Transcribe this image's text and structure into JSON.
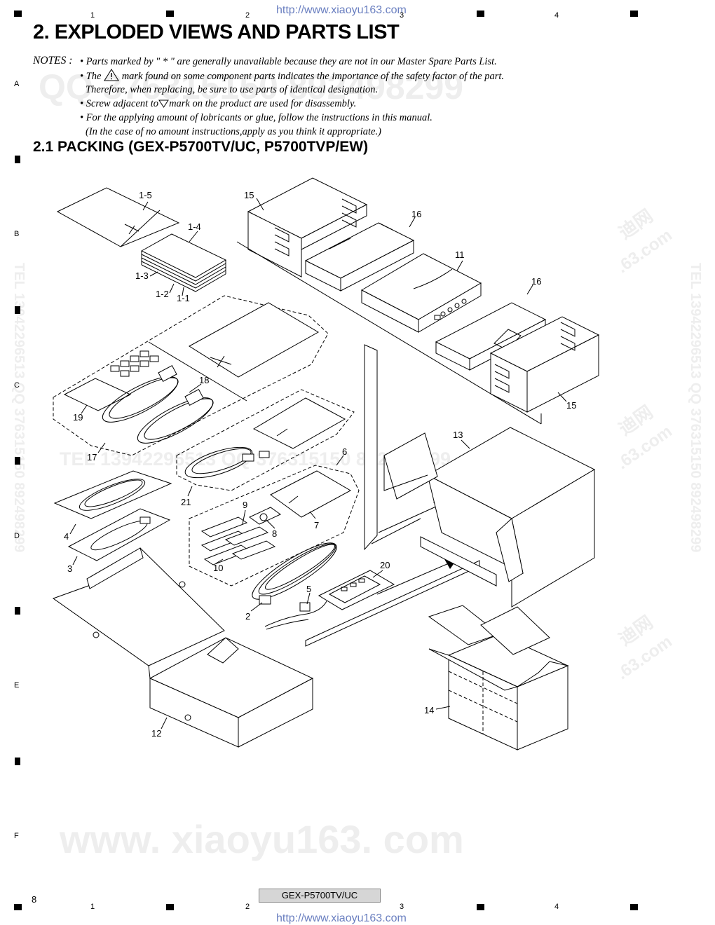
{
  "header": {
    "url_top": "http://www.xiaoyu163.com",
    "url_bottom": "http://www.xiaoyu163.com",
    "grid_columns": [
      "1",
      "2",
      "3",
      "4"
    ],
    "grid_rows": [
      "A",
      "B",
      "C",
      "D",
      "E",
      "F"
    ]
  },
  "title": "2. EXPLODED VIEWS AND PARTS LIST",
  "notes": {
    "label": "NOTES :",
    "line1": "• Parts marked by  \" * \"  are generally unavailable because they are not in our Master Spare Parts List.",
    "line2_a": "• The",
    "line2_b": "mark found on some component parts indicates the importance of the safety factor of the part.",
    "line3": "Therefore, when replacing, be sure to use parts of identical designation.",
    "line4_a": "• Screw adjacent to",
    "line4_b": "mark on the product are used for disassembly.",
    "line5": "• For the applying amount of lobricants or glue, follow the instructions in this manual.",
    "line6": "(In the case of no amount instructions,apply as you think it appropriate.)"
  },
  "section_title": "2.1  PACKING (GEX-P5700TV/UC, P5700TVP/EW)",
  "watermarks": {
    "qq_top": "QQ 376315150 892498299",
    "tel_mid": "TEL 13942296513 QQ 376315150 892498299",
    "side_right": "TEL 13942296513 QQ 376315150 892498299",
    "side_left": "TEL 13942296513 QQ 376315150 892498299",
    "url_big": "www. xiaoyu163. com",
    "site_cn_1": "迪网",
    "site_com_1": ".63.com",
    "site_cn_2": "迪网",
    "site_com_2": ".63.com",
    "site_cn_3": "迪网",
    "site_com_3": ".63.com"
  },
  "callouts": {
    "c1_5": "1-5",
    "c1_4": "1-4",
    "c1_3": "1-3",
    "c1_2": "1-2",
    "c1_1": "1-1",
    "c15a": "15",
    "c16a": "16",
    "c11": "11",
    "c16b": "16",
    "c15b": "15",
    "c18": "18",
    "c19": "19",
    "c17": "17",
    "c13": "13",
    "c6": "6",
    "c21": "21",
    "c9": "9",
    "c8": "8",
    "c7": "7",
    "c4": "4",
    "c3": "3",
    "c10": "10",
    "c20": "20",
    "c5": "5",
    "c2": "2",
    "c14": "14",
    "c12": "12"
  },
  "footer": {
    "page_number": "8",
    "model": "GEX-P5700TV/UC"
  }
}
